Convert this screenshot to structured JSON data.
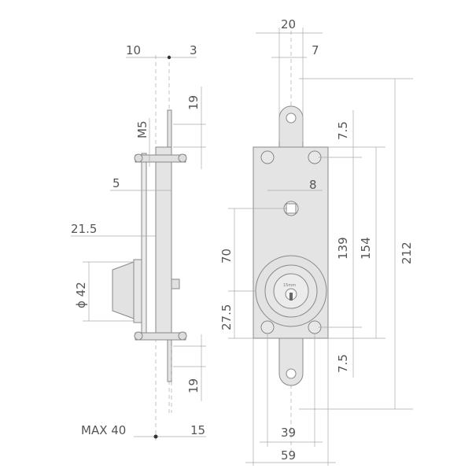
{
  "dimensions": {
    "d20": "20",
    "d7": "7",
    "d10": "10",
    "d3": "3",
    "d19_top": "19",
    "m5": "M5",
    "d7_5_top": "7.5",
    "d5": "5",
    "d8": "8",
    "d21_5": "21.5",
    "d70": "70",
    "d139": "139",
    "d154": "154",
    "d212": "212",
    "phi42": "ϕ 42",
    "d27_5": "27.5",
    "d7_5_bottom": "7.5",
    "d19_bottom": "19",
    "max40": "MAX 40",
    "d15": "15",
    "d39": "39",
    "d59": "59"
  },
  "cylinder_mark": "15mm",
  "colors": {
    "body_fill": "#e4e4e4",
    "line": "#999999",
    "text": "#555555"
  }
}
